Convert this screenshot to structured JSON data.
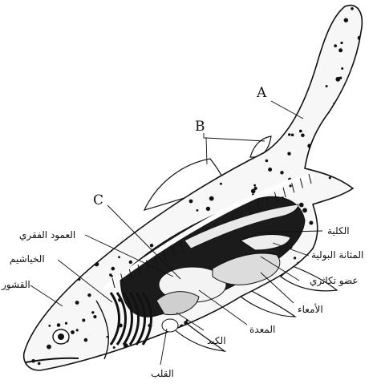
{
  "diagram": {
    "letters": {
      "a": "A",
      "b": "B",
      "c": "C"
    },
    "labels": {
      "kidney": "الكلية",
      "bladder": "المثانة البولية",
      "gonad": "عضو تكاثري",
      "intestine": "الأمعاء",
      "stomach": "المعدة",
      "liver": "الكبد",
      "heart": "القلب",
      "spine": "العمود الفقري",
      "gills": "الخياشيم",
      "scales": "القشور"
    }
  }
}
